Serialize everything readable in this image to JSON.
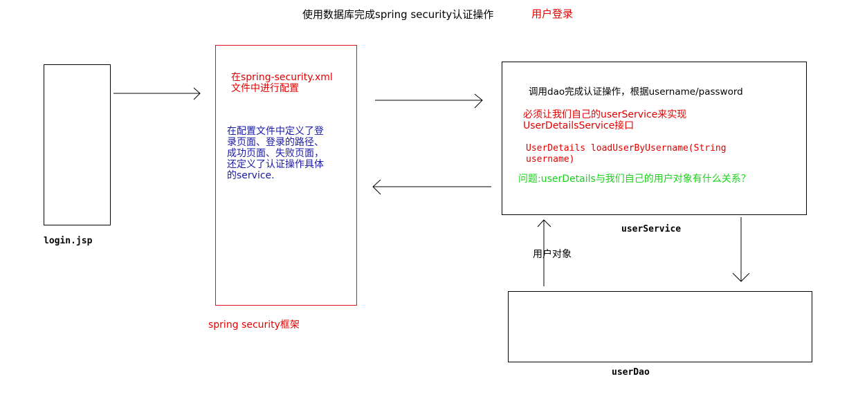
{
  "header": {
    "title": "使用数据库完成spring security认证操作",
    "subtitle": "用户登录"
  },
  "login": {
    "label": "login.jsp"
  },
  "framework": {
    "config_note": "在spring-security.xml文件中进行配置",
    "config_detail": "在配置文件中定义了登录页面、登录的路径、成功页面、失败页面，还定义了认证操作具体的service.",
    "label": "spring security框架"
  },
  "user_service": {
    "line1": "调用dao完成认证操作，根据username/password",
    "line2": "必须让我们自己的userService来实现UserDetailsService接口",
    "line3": "UserDetails loadUserByUsername(String username)",
    "question": "问题:userDetails与我们自己的用户对象有什么关系？",
    "label": "userService"
  },
  "user_dao": {
    "label": "userDao",
    "return_label": "用户对象"
  },
  "colors": {
    "red": "#e00000",
    "blue": "#1a1aa6",
    "green": "#1ad11a",
    "frame": "#d9151b"
  }
}
